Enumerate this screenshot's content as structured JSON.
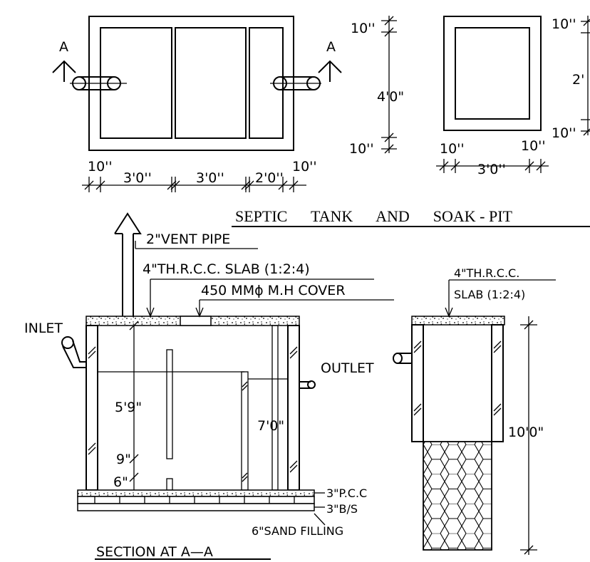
{
  "plan": {
    "section_mark_left": "A",
    "section_mark_right": "A",
    "dim_wall_left": "10''",
    "dim_chamber1": "3'0''",
    "dim_chamber2": "3'0''",
    "dim_chamber3": "2'0''",
    "dim_wall_right": "10''",
    "dim_top_wall": "10''",
    "dim_width": "4'0\"",
    "dim_bottom_wall": "10''"
  },
  "soakpit_plan": {
    "dim_left_wall": "10''",
    "dim_right_wall": "10''",
    "dim_inner": "3'0''",
    "dim_top_cut": "10''",
    "dim_side_cut": "2'",
    "dim_bottom_cut": "10''"
  },
  "title": "SEPTIC      TANK      AND      SOAK - PIT",
  "section": {
    "vent": "2\"VENT PIPE",
    "slab": "4\"TH.R.C.C. SLAB (1:2:4)",
    "cover": "450 MMϕ M.H COVER",
    "inlet": "INLET",
    "outlet": "OUTLET",
    "depth1": "5'9\"",
    "depth2": "7'0\"",
    "gap1": "9\"",
    "gap2": "6\"",
    "pcc": "3\"P.C.C",
    "bs": "3\"B/S",
    "sand": "6\"SAND FILLING",
    "caption": "SECTION AT A—A"
  },
  "soakpit_section": {
    "slab_line1": "4\"TH.R.C.C.",
    "slab_line2": "SLAB (1:2:4)",
    "outlet_depth": "10'0\""
  }
}
